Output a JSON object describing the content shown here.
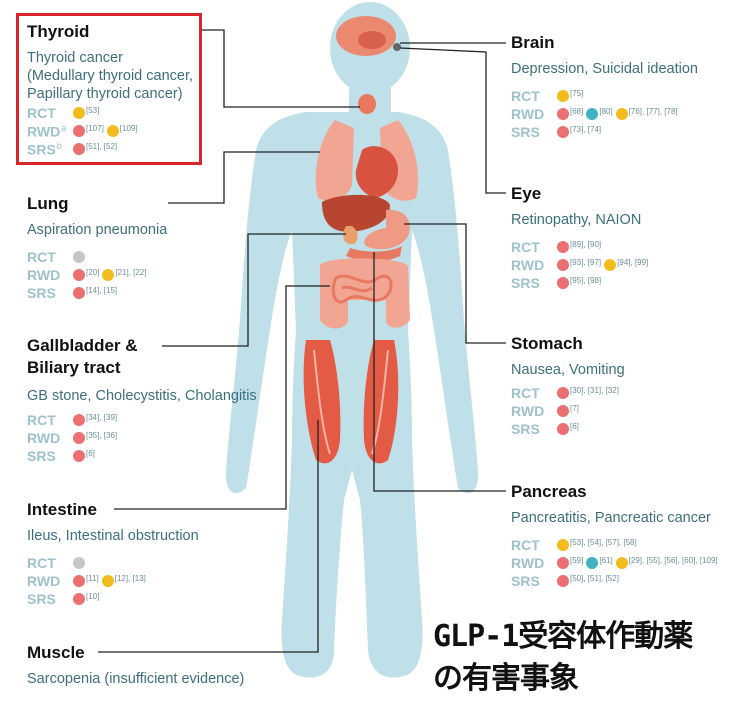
{
  "overlay_title": [
    "GLP-1受容体作動薬",
    "の有害事象"
  ],
  "colors": {
    "body": "#bfe0e8",
    "organ": "#e8785f",
    "red_dot": "#ec6f72",
    "yellow_dot": "#f2bd1c",
    "blue_dot": "#3fb3c2",
    "gray_dot": "#c6c6c6",
    "highlight": "#d8242a"
  },
  "legend_labels": {
    "rct": "RCT",
    "rwd": "RWD",
    "srs": "SRS",
    "rwd_sup": "a",
    "srs_sup": "b"
  },
  "organs": {
    "thyroid": {
      "title": "Thyroid",
      "subtitle": [
        "Thyroid cancer",
        "(Medullary thyroid cancer,",
        "Papillary thyroid cancer)"
      ],
      "rct": [
        {
          "color": "yellow",
          "ref": "[53]"
        }
      ],
      "rwd": [
        {
          "color": "red",
          "ref": "[107]"
        },
        {
          "color": "yellow",
          "ref": "[109]"
        }
      ],
      "srs": [
        {
          "color": "red",
          "ref": "[51], [52]"
        }
      ]
    },
    "lung": {
      "title": "Lung",
      "subtitle": [
        "Aspiration pneumonia"
      ],
      "rct": [
        {
          "color": "gray",
          "ref": ""
        }
      ],
      "rwd": [
        {
          "color": "red",
          "ref": "[20]"
        },
        {
          "color": "yellow",
          "ref": "[21], [22]"
        }
      ],
      "srs": [
        {
          "color": "red",
          "ref": "[14], [15]"
        }
      ]
    },
    "gallbladder": {
      "title": "Gallbladder & Biliary tract",
      "subtitle": [
        "GB stone, Cholecystitis, Cholangitis"
      ],
      "rct": [
        {
          "color": "red",
          "ref": "[34], [39]"
        }
      ],
      "rwd": [
        {
          "color": "red",
          "ref": "[35], [36]"
        }
      ],
      "srs": [
        {
          "color": "red",
          "ref": "[6]"
        }
      ]
    },
    "intestine": {
      "title": "Intestine",
      "subtitle": [
        "Ileus, Intestinal obstruction"
      ],
      "rct": [
        {
          "color": "gray",
          "ref": ""
        }
      ],
      "rwd": [
        {
          "color": "red",
          "ref": "[11]"
        },
        {
          "color": "yellow",
          "ref": "[12], [13]"
        }
      ],
      "srs": [
        {
          "color": "red",
          "ref": "[10]"
        }
      ]
    },
    "muscle": {
      "title": "Muscle",
      "subtitle": [
        "Sarcopenia (insufficient evidence)"
      ]
    },
    "brain": {
      "title": "Brain",
      "subtitle": [
        "Depression, Suicidal ideation"
      ],
      "rct": [
        {
          "color": "yellow",
          "ref": "[75]"
        }
      ],
      "rwd": [
        {
          "color": "red",
          "ref": "[68]"
        },
        {
          "color": "blue",
          "ref": "[80]"
        },
        {
          "color": "yellow",
          "ref": "[76], [77], [78]"
        }
      ],
      "srs": [
        {
          "color": "red",
          "ref": "[73], [74]"
        }
      ]
    },
    "eye": {
      "title": "Eye",
      "subtitle": [
        "Retinopathy, NAION"
      ],
      "rct": [
        {
          "color": "red",
          "ref": "[89], [90]"
        }
      ],
      "rwd": [
        {
          "color": "red",
          "ref": "[93], [97]"
        },
        {
          "color": "yellow",
          "ref": "[94], [99]"
        }
      ],
      "srs": [
        {
          "color": "red",
          "ref": "[95], [98]"
        }
      ]
    },
    "stomach": {
      "title": "Stomach",
      "subtitle": [
        "Nausea, Vomiting"
      ],
      "rct": [
        {
          "color": "red",
          "ref": "[30], [31], [32]"
        }
      ],
      "rwd": [
        {
          "color": "red",
          "ref": "[7]"
        }
      ],
      "srs": [
        {
          "color": "red",
          "ref": "[6]"
        }
      ]
    },
    "pancreas": {
      "title": "Pancreas",
      "subtitle": [
        "Pancreatitis, Pancreatic cancer"
      ],
      "rct": [
        {
          "color": "yellow",
          "ref": "[53], [54], [57], [58]"
        }
      ],
      "rwd": [
        {
          "color": "red",
          "ref": "[59]"
        },
        {
          "color": "blue",
          "ref": "[61]"
        },
        {
          "color": "yellow",
          "ref": "[29], [55], [56], [60], [109]"
        }
      ],
      "srs": [
        {
          "color": "red",
          "ref": "[50], [51], [52]"
        }
      ]
    }
  }
}
